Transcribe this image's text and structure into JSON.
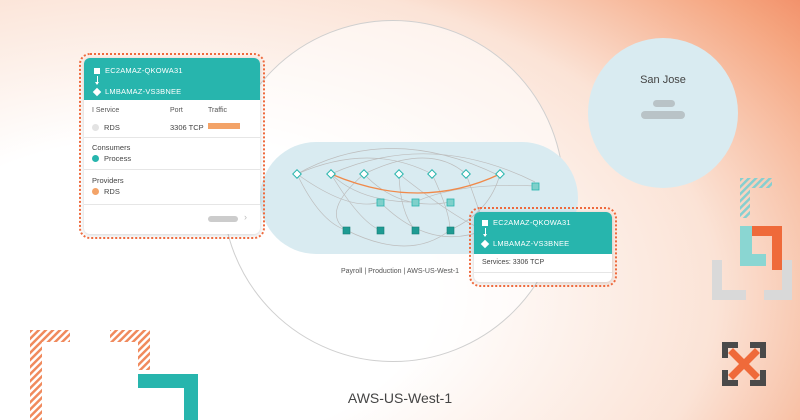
{
  "region": {
    "label": "AWS-US-West-1"
  },
  "site": {
    "name": "San Jose"
  },
  "environment": {
    "label": "Payroll | Production | AWS-US-West-1"
  },
  "left_card": {
    "source": "EC2AMAZ-QKOWA31",
    "target": "LMBAMAZ-VS3BNEE",
    "columns": [
      "I Service",
      "Port",
      "Traffic"
    ],
    "row": {
      "service": "RDS",
      "port": "3306 TCP",
      "traffic_level": 1.0
    },
    "consumers_label": "Consumers",
    "consumer": "Process",
    "providers_label": "Providers",
    "provider": "RDS"
  },
  "right_card": {
    "source": "EC2AMAZ-QKOWA31",
    "target": "LMBAMAZ-VS3BNEE",
    "services": "Services: 3306 TCP"
  },
  "colors": {
    "teal": "#27b5ad",
    "orange": "#ee6a3d",
    "traffic": "#f3a368",
    "band": "#d9ebf1"
  },
  "icons": {
    "logo": "x-logo-icon"
  }
}
